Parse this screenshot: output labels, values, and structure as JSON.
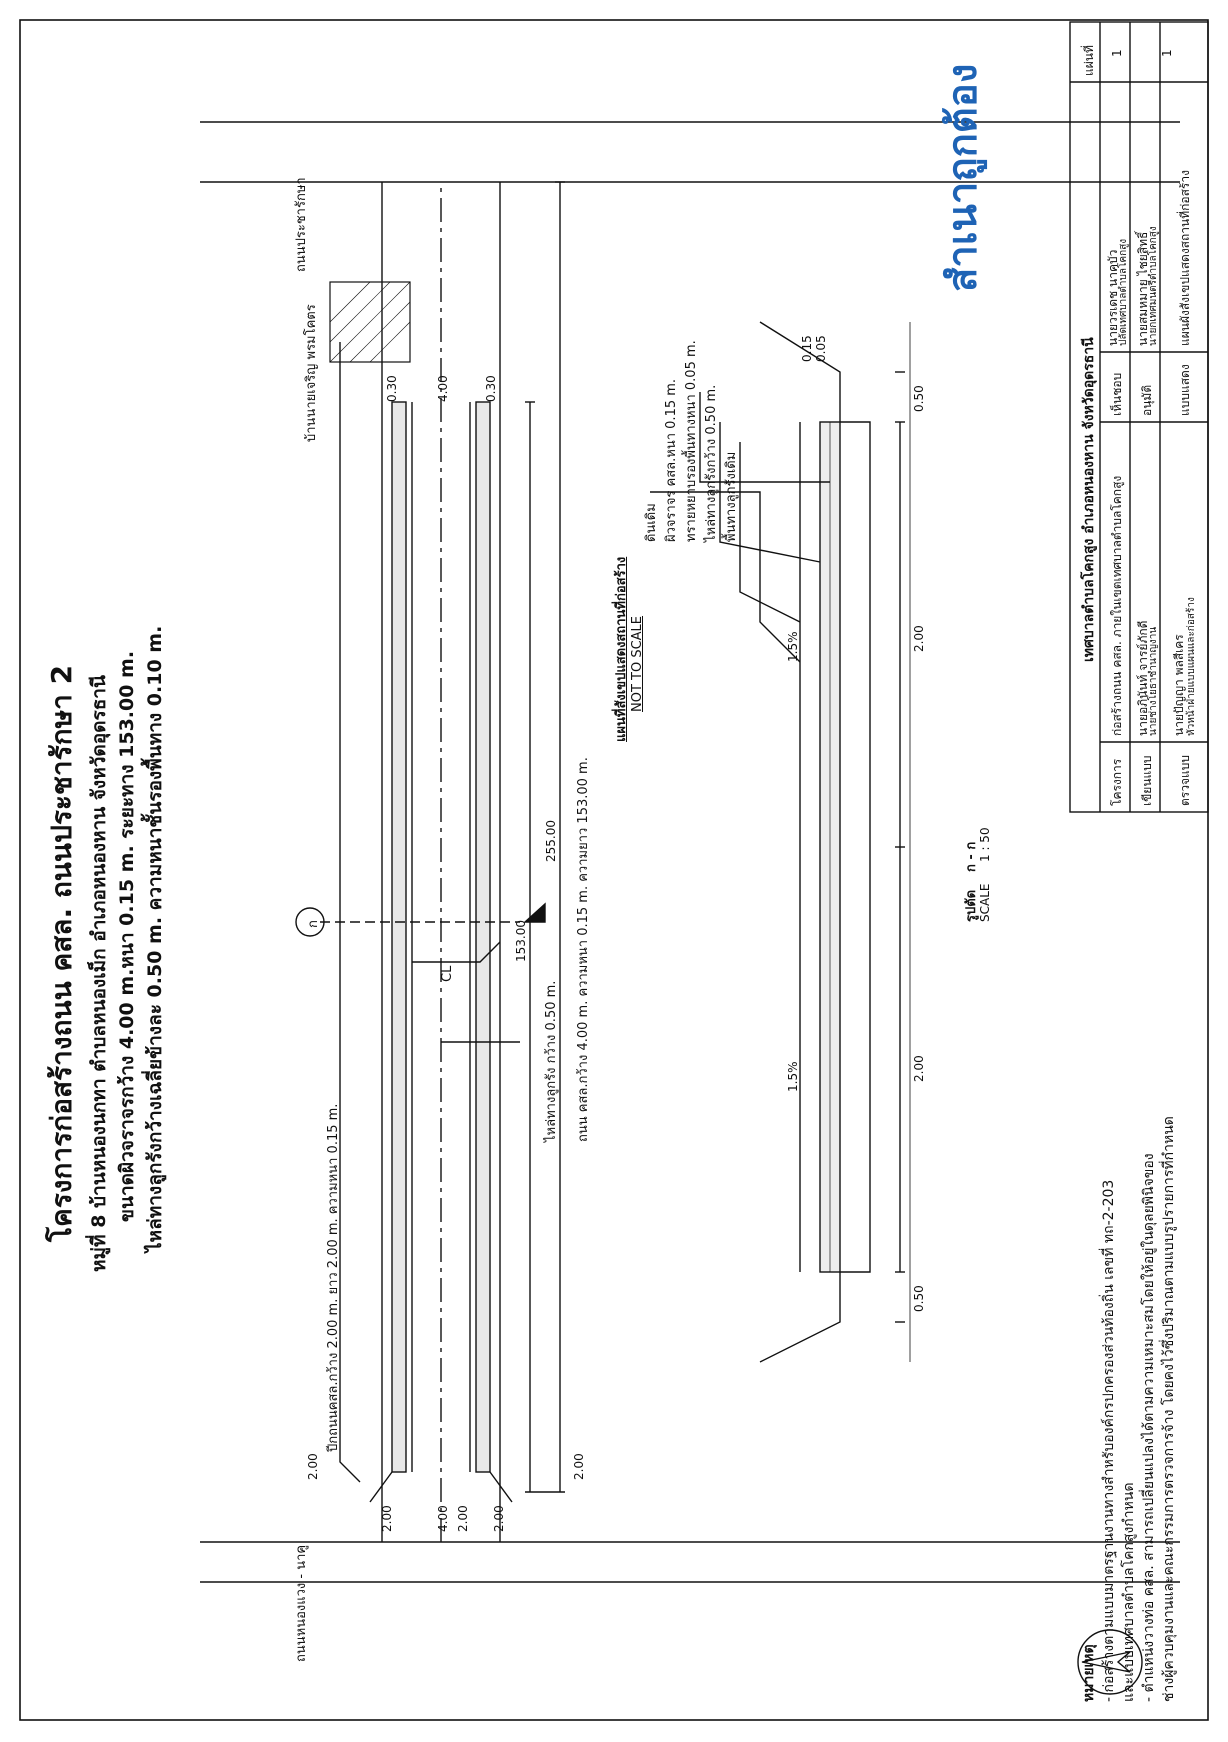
{
  "title": "โครงการก่อสร้างถนน คสล. ถนนประชารักษา 2",
  "subtitle_1": "หมู่ที่ 8 บ้านหนองนกทา ตำบลหนองเม็ก อำเภอหนองหาน จังหวัดอุดรธานี",
  "subtitle_2": "ขนาดผิวจราจรกว้าง 4.00 m.หนา 0.15 m. ระยะทาง 153.00 m.",
  "subtitle_3": "ไหล่ทางลูกรังกว้างเฉลี่ยข้างละ 0.50 m. ความหนาชั้นรองพื้นทาง 0.10 m.",
  "plan": {
    "road_top_name": "ถนนประชารักษา",
    "road_bottom_name": "ถนนหนองแวง - นาคู",
    "house_label": "บ้านนายเจริญ พรมโคตร",
    "label_apron": "ปีกถนนคสล.กว้าง 2.00 m. ยาว 2.00 m. ความหนา 0.15 m.",
    "label_shoulder": "ไหล่ทางลูกรัง กว้าง 0.50 m.",
    "label_road": "ถนน คสล.กว้าง 4.00 m. ความหนา 0.15 m. ความยาว 153.00 m.",
    "cl": "CL",
    "section_marker": "ก",
    "dim_153": "153.00",
    "dim_255": "255.00",
    "dim_030a": "0.30",
    "dim_400": "4.00",
    "dim_030b": "0.30",
    "dim_200a": "2.00",
    "dim_200b": "2.00",
    "dim_200c": "2.00",
    "dim_400b": "4.00",
    "dim_200d": "2.00",
    "dim_200e": "2.00",
    "caption": "แผนที่สังเขปแสดงสถานที่ก่อสร้าง",
    "caption_sub": "NOT TO SCALE"
  },
  "section": {
    "label_1": "ดินเดิม",
    "label_2": "ผิวจราจร คสล.หนา 0.15 m.",
    "label_3": "ทรายหยาบรองพื้นทางหนา 0.05 m.",
    "label_4": "ไหล่ทางลูกรังกว้าง 0.50 m.",
    "label_5": "พื้นทางลูกรังเดิม",
    "slope_left": "1.5%",
    "slope_right": "1.5%",
    "dim_050a": "0.50",
    "dim_200a": "2.00",
    "dim_200b": "2.00",
    "dim_050b": "0.50",
    "dim_015": "0.15",
    "dim_005": "0.05",
    "title": "รูปตัด",
    "title_mark": "ก - ก",
    "scale_label": "SCALE",
    "scale_value": "1 : 50"
  },
  "notes": {
    "heading": "หมายเหตุ",
    "line_1": "- ก่อสร้างตามแบบมาตรฐานงานทางสำหรับองค์กรปกครองส่วนท้องถิ่น  เลขที่ ทถ-2-203",
    "line_2": "และแบบเทศบาลตำบลโคกสูงกำหนด",
    "line_3": "- ตำแหน่งวางท่อ คสล. สามารถเปลี่ยนแปลงได้ตามความเหมาะสมโดยให้อยู่ในดุลยพินิจของ",
    "line_4": "ช่างผู้ควบคุมงานและคณะกรรมการตรวจการจ้าง โดยคงไว้ซึ่งปริมาณตามแบบรูปรายการที่กำหนด"
  },
  "titleblock": {
    "org": "เทศบาลตำบลโคกสูง  อำเภอหนองหาน  จังหวัดอุดรธานี",
    "row_project_label": "โครงการ",
    "row_project_value": "ก่อสร้างถนน คสล. ภายในเขตเทศบาลตำบลโคกสูง",
    "row_review_label": "เห็นชอบ",
    "row_review_1": "นายวรเดช นาคบัว",
    "row_review_1_title": "ปลัดเทศบาลตำบลโคกสูง",
    "row_design_label": "เขียนแบบ",
    "row_design_1": "นายอภินันท์ จารย์ภักดี",
    "row_design_1_title": "นายช่างโยธาชำนาญงาน",
    "row_approve_label": "อนุมัติ",
    "row_approve_1": "นายสมหมาย ไชยสิทธิ์",
    "row_approve_1_title": "นายกเทศมนตรีตำบลโคกสูง",
    "row_check_label": "ตรวจแบบ",
    "row_check_1": "นายปัญญา พลสีเคร",
    "row_check_1_title": "หัวหน้าฝ่ายแบบแผนและก่อสร้าง",
    "row_drawing_label": "แบบแสดง",
    "row_drawing_value": "แผนผังสังเขปแสดงสถานที่ก่อสร้าง",
    "sheet_label": "แผ่นที่",
    "sheet_no": "1",
    "sheet_total": "1"
  },
  "stamp": {
    "text": "สำเนาถูกต้อง",
    "color": "#1e63b5"
  },
  "north_arrow": "north-arrow"
}
